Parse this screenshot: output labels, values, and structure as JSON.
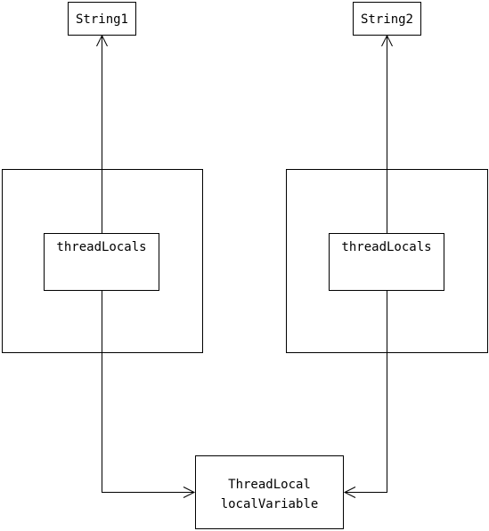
{
  "nodes": {
    "string1": {
      "label": "String1"
    },
    "string2": {
      "label": "String2"
    },
    "thread_locals_left": {
      "label": "threadLocals"
    },
    "thread_locals_right": {
      "label": "threadLocals"
    },
    "thread_local_var": {
      "line1": "ThreadLocal",
      "line2": "localVariable"
    }
  }
}
